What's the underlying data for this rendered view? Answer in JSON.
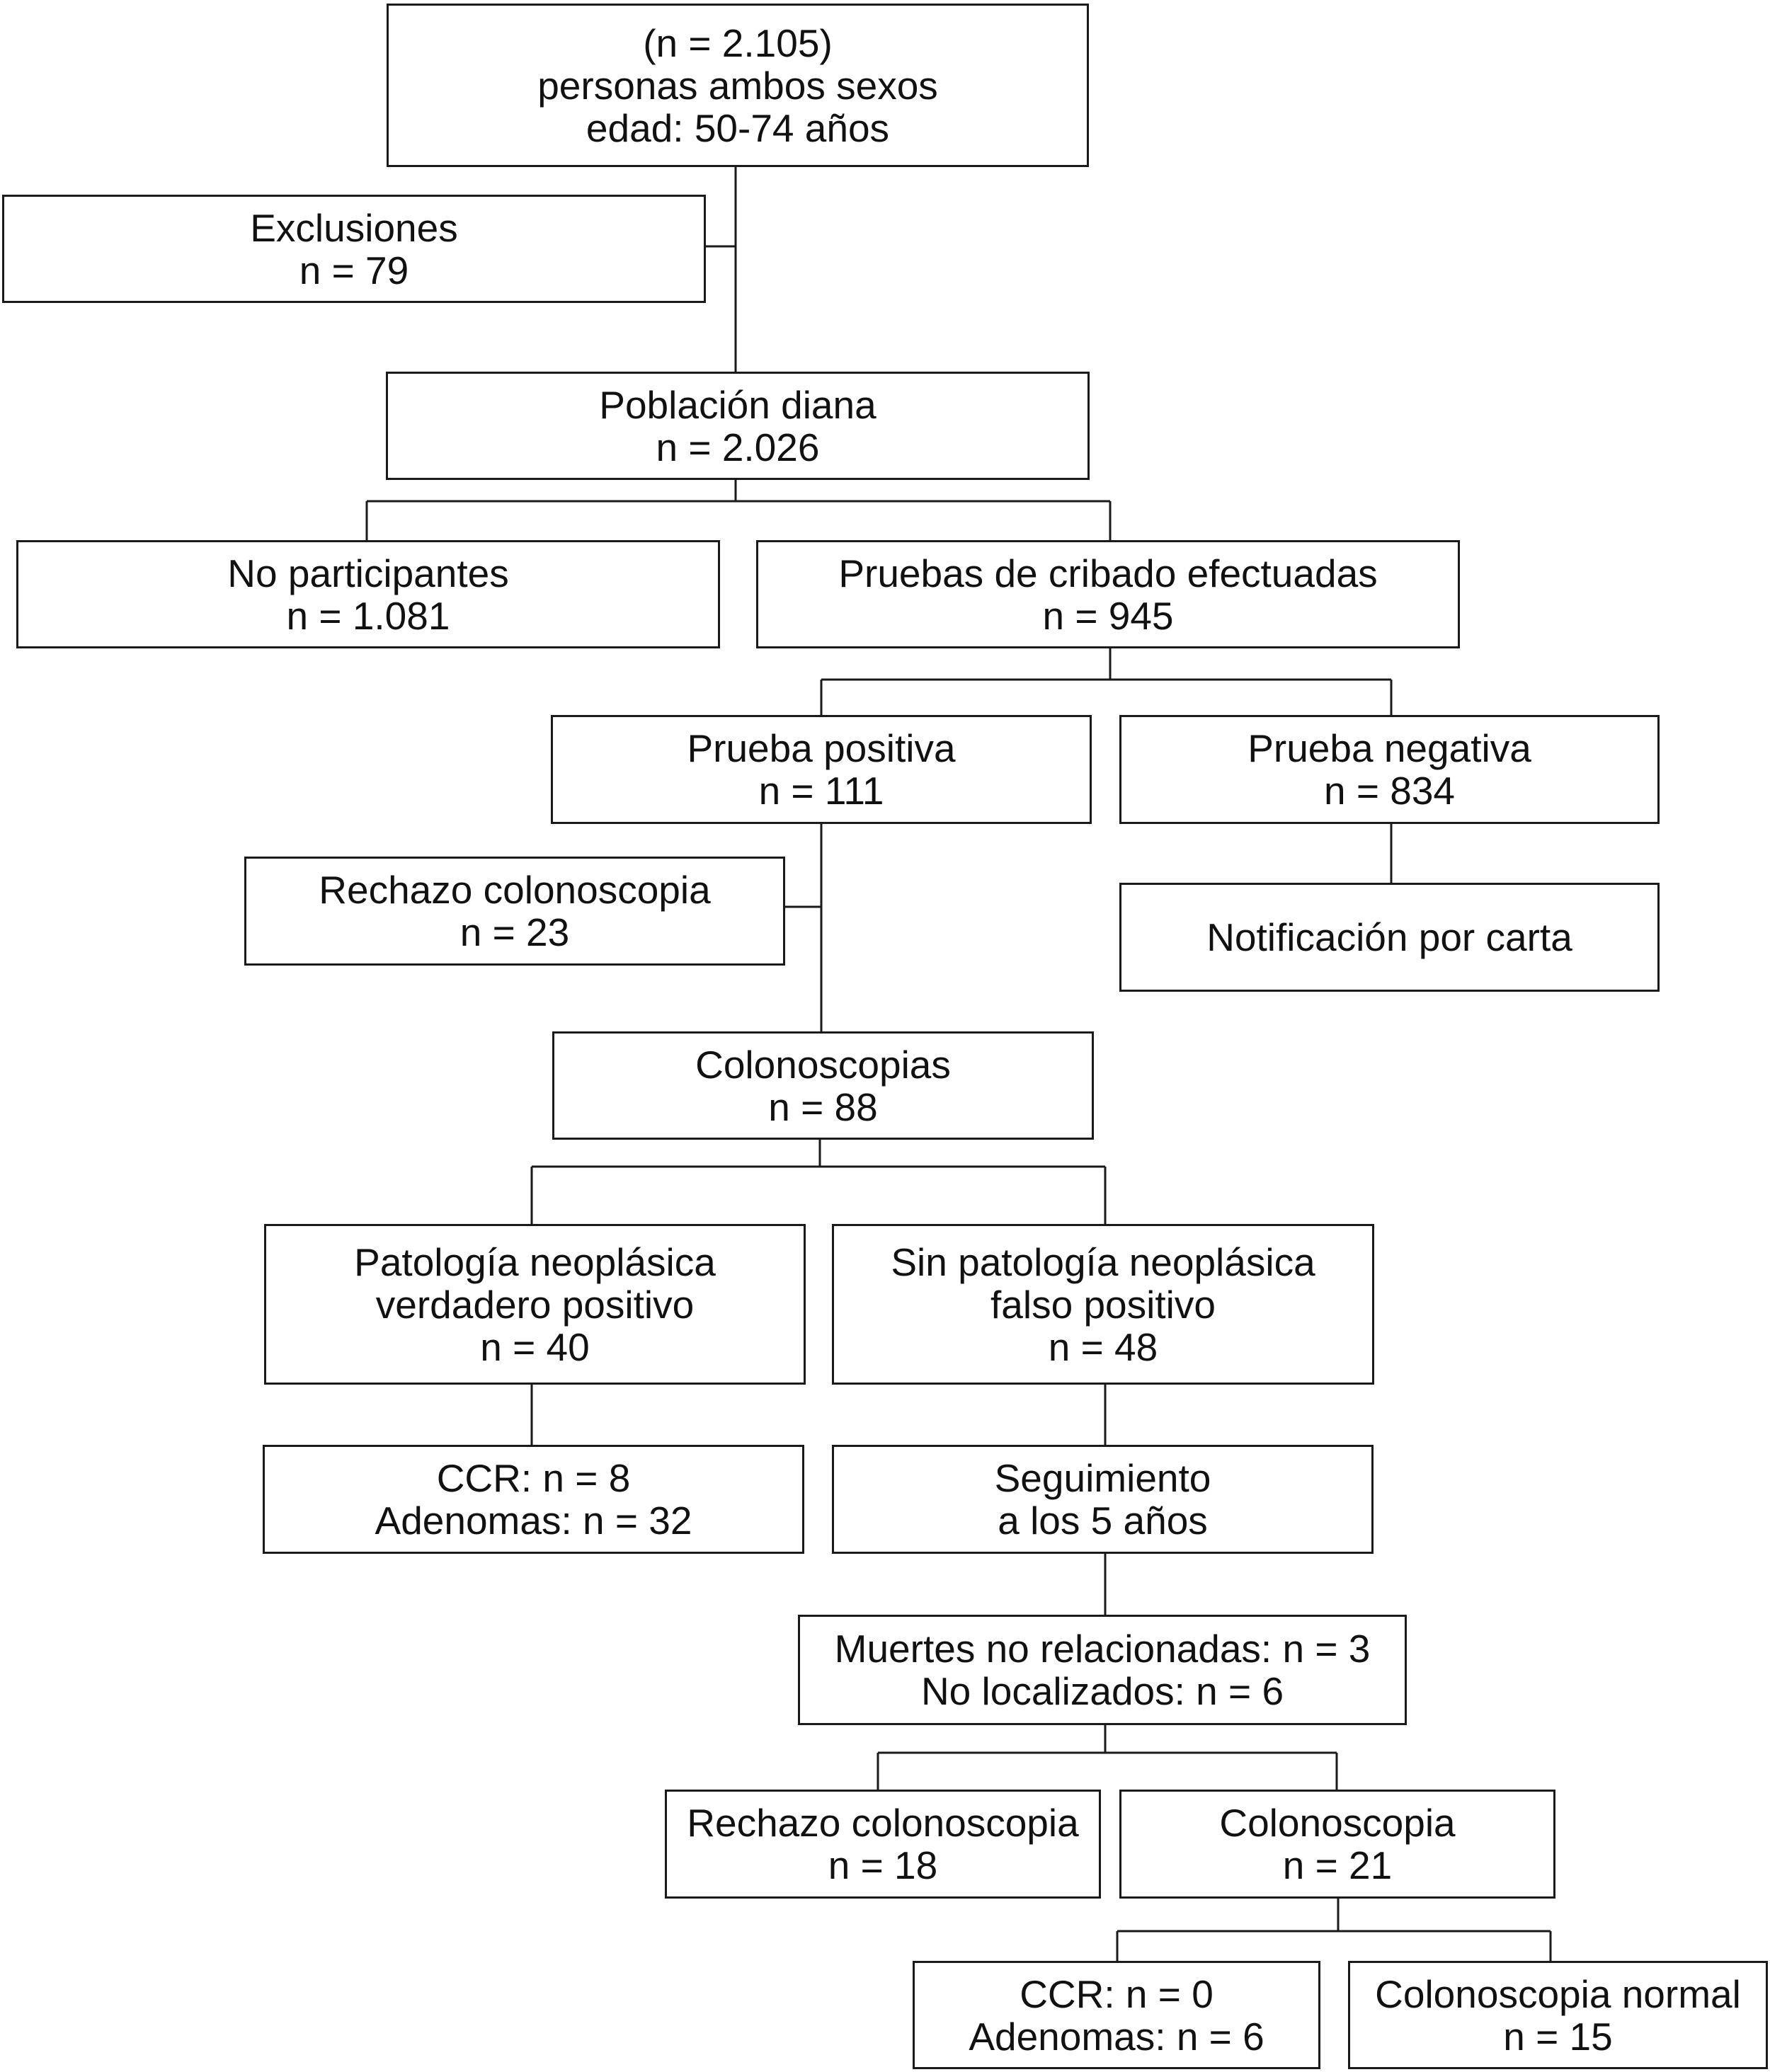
{
  "boxes": {
    "total": [
      "(n = 2.105)",
      "personas ambos sexos",
      "edad: 50-74 años"
    ],
    "exclusions": [
      "Exclusiones",
      "n = 79"
    ],
    "target": [
      "Población diana",
      "n = 2.026"
    ],
    "non_participants": [
      "No participantes",
      "n = 1.081"
    ],
    "screened": [
      "Pruebas de cribado efectuadas",
      "n = 945"
    ],
    "positive": [
      "Prueba positiva",
      "n = 111"
    ],
    "negative": [
      "Prueba negativa",
      "n = 834"
    ],
    "refused_colonoscopy_1": [
      "Rechazo colonoscopia",
      "n = 23"
    ],
    "letter": [
      "Notificación por carta"
    ],
    "colonoscopies": [
      "Colonoscopias",
      "n = 88"
    ],
    "neoplastic": [
      "Patología neoplásica",
      "verdadero positivo",
      "n = 40"
    ],
    "non_neoplastic": [
      "Sin patología neoplásica",
      "falso positivo",
      "n = 48"
    ],
    "results_1": [
      "CCR: n = 8",
      "Adenomas: n = 32"
    ],
    "followup": [
      "Seguimiento",
      "a los 5 años"
    ],
    "losses": [
      "Muertes no relacionadas: n = 3",
      "No localizados: n = 6"
    ],
    "refused_colonoscopy_2": [
      "Rechazo colonoscopia",
      "n = 18"
    ],
    "colonoscopy": [
      "Colonoscopia",
      "n = 21"
    ],
    "results_2": [
      "CCR: n = 0",
      "Adenomas: n = 6"
    ],
    "normal_colonoscopy": [
      "Colonoscopia normal",
      "n = 15"
    ]
  }
}
